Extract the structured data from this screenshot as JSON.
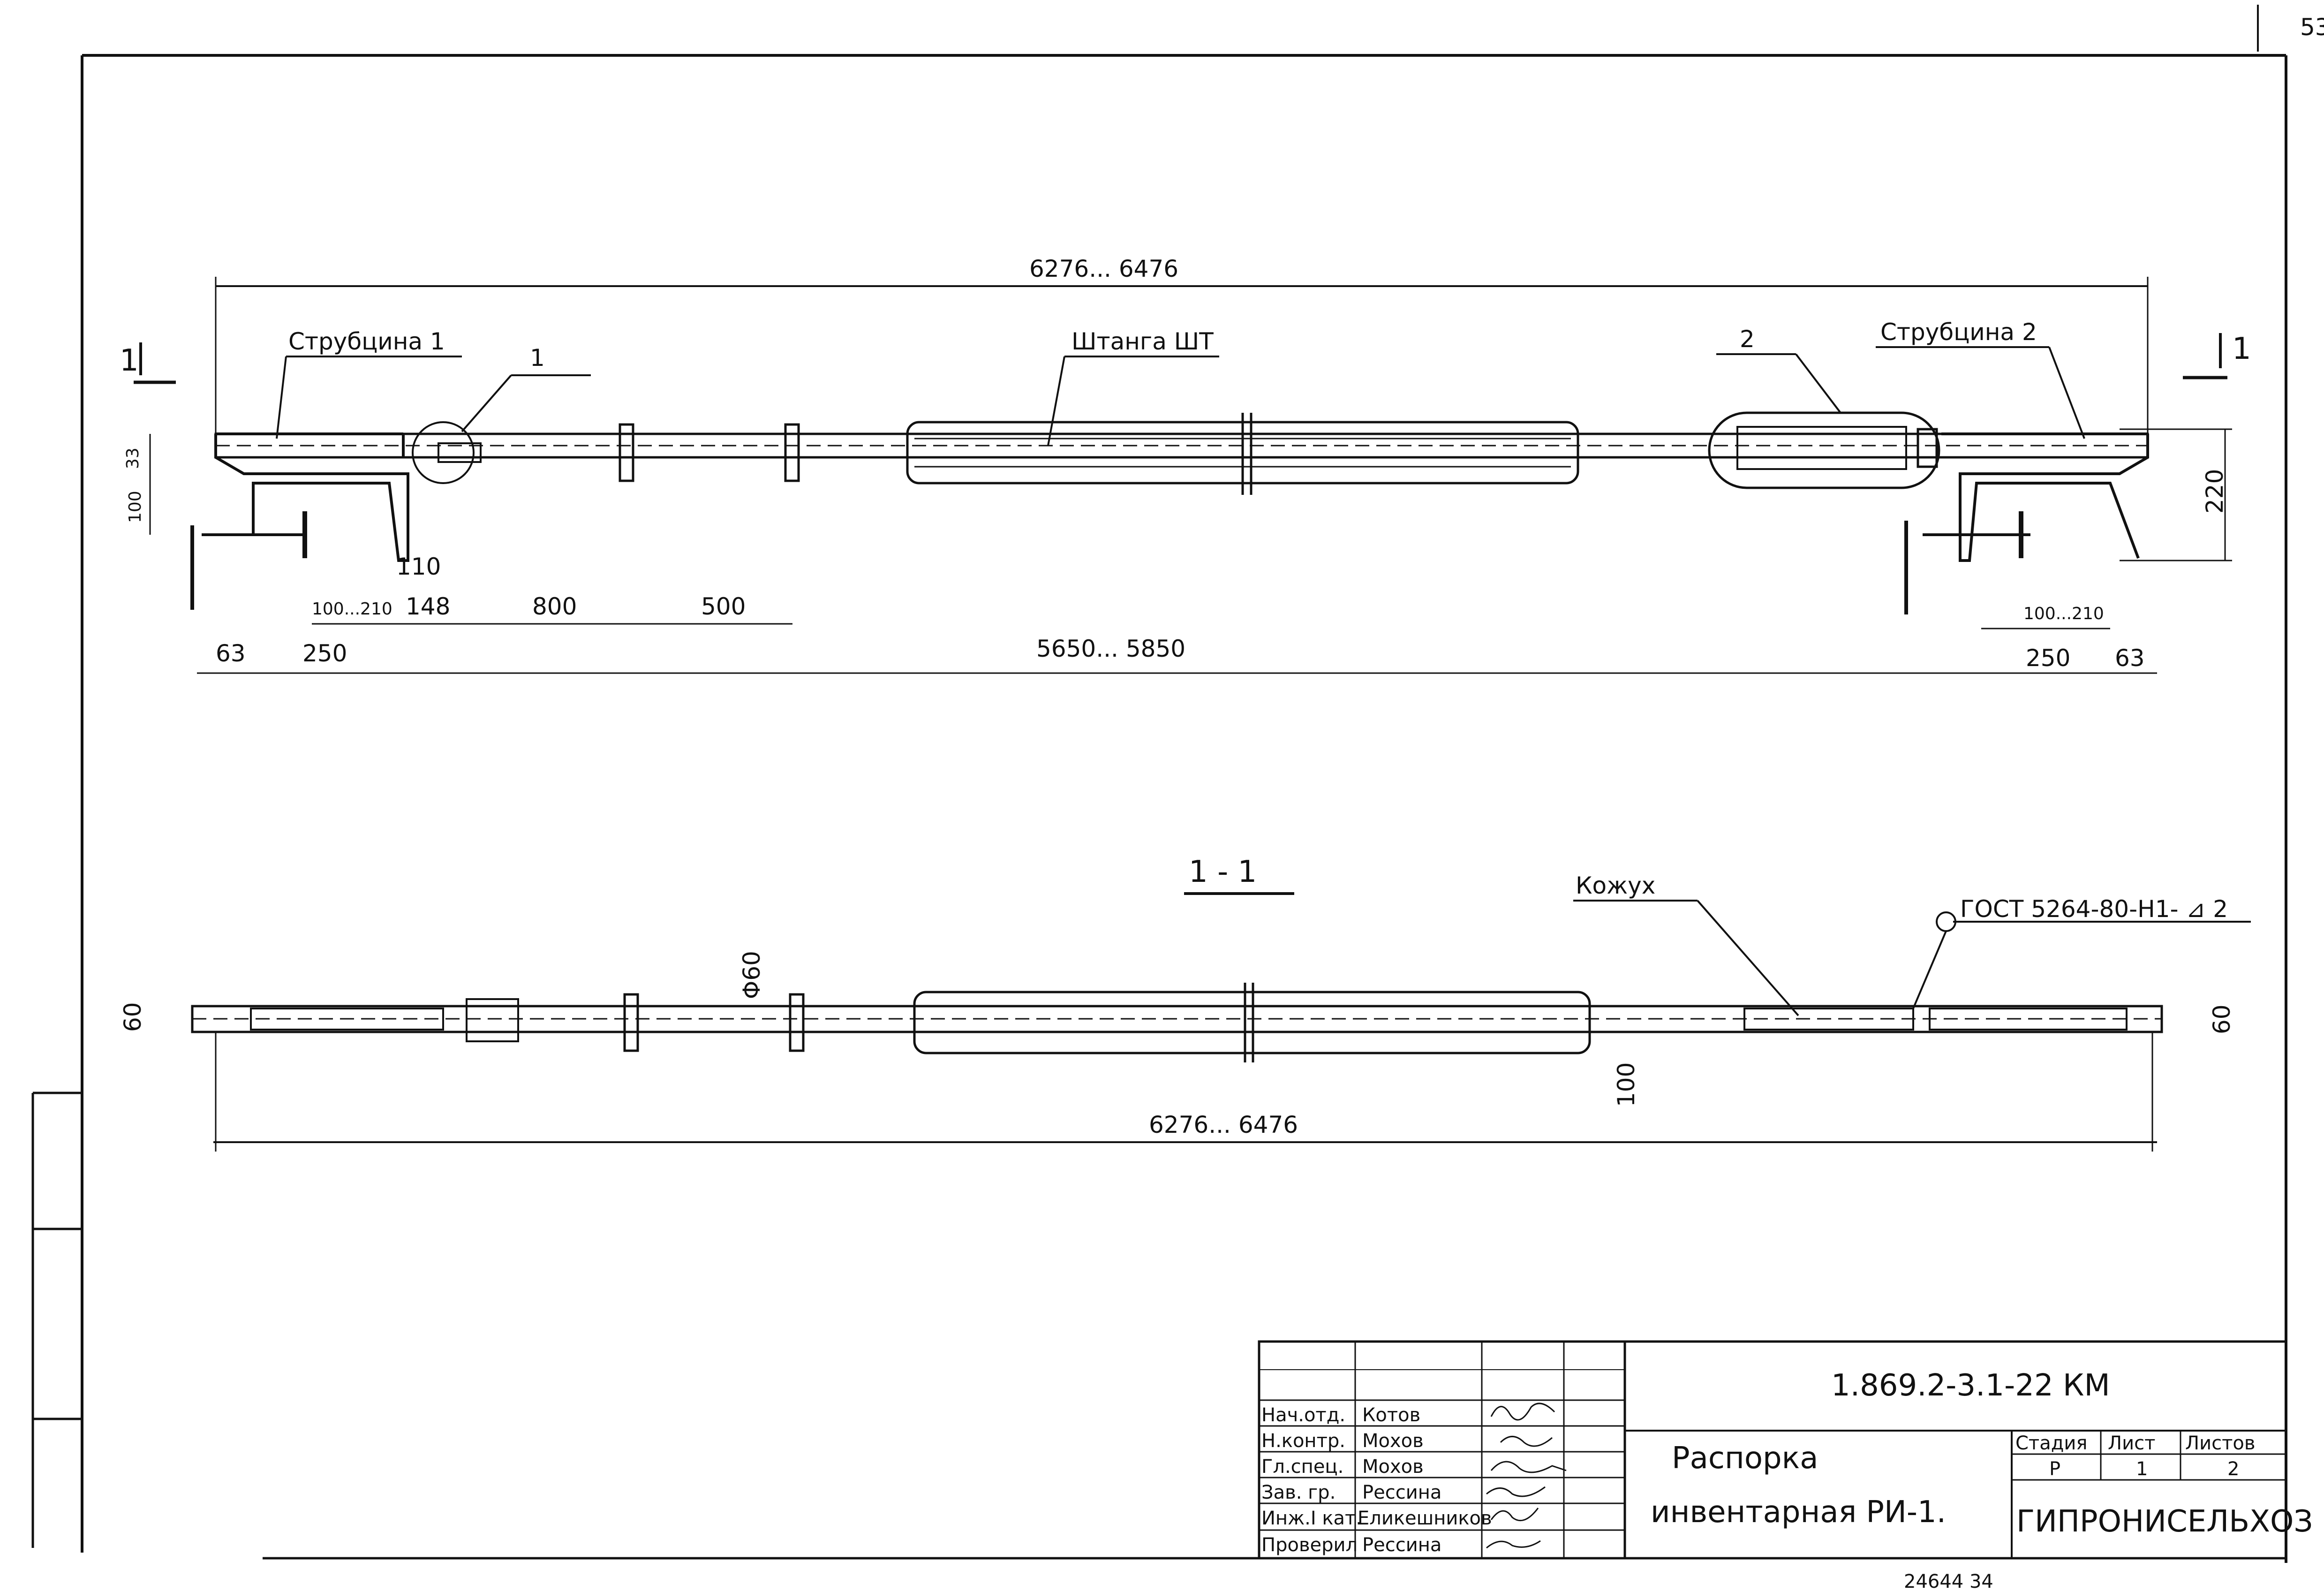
{
  "sheet": {
    "page_number": "53",
    "archive_number": "24644   34"
  },
  "plan": {
    "section_marker_left": "1",
    "section_marker_right": "1",
    "overall_dim": "6276... 6476",
    "inner_dim": "5650... 5850",
    "clamp1_label": "Струбцина 1",
    "clamp2_label": "Струбцина 2",
    "rod_label": "Штанга ШТ",
    "node1_label": "1",
    "node2_label": "2",
    "dims": {
      "d33": "33",
      "d100": "100",
      "d220": "220",
      "d110": "110",
      "d100_210_left": "100...210",
      "d100_210_right": "100...210",
      "d148": "148",
      "d800": "800",
      "d500": "500",
      "d63_left": "63",
      "d250_left": "250",
      "d250_right": "250",
      "d63_right": "63"
    }
  },
  "section": {
    "title": "1 - 1",
    "casing_label": "Кожух",
    "weld_label": "ГОСТ 5264-80-Н1- ⊿ 2",
    "d60_left": "60",
    "d60_right": "60",
    "phi60": "Φ60",
    "d100": "100",
    "overall_dim": "6276... 6476"
  },
  "title_block": {
    "code": "1.869.2-3.1-22 КМ",
    "name_line1": "Распорка",
    "name_line2": "инвентарная  РИ-1.",
    "stage_header": "Стадия",
    "sheet_header": "Лист",
    "sheets_header": "Листов",
    "stage": "Р",
    "sheet": "1",
    "sheets": "2",
    "organization": "ГИПРОНИСЕЛЬХОЗ",
    "rows": [
      {
        "role": "Нач.отд.",
        "name": "Котов"
      },
      {
        "role": "Н.контр.",
        "name": "Мохов"
      },
      {
        "role": "Гл.спец.",
        "name": "Мохов"
      },
      {
        "role": "Зав. гр.",
        "name": "Рессина"
      },
      {
        "role": "Инж.I кат.",
        "name": "Еликешников"
      },
      {
        "role": "Проверил",
        "name": "Рессина"
      }
    ]
  }
}
